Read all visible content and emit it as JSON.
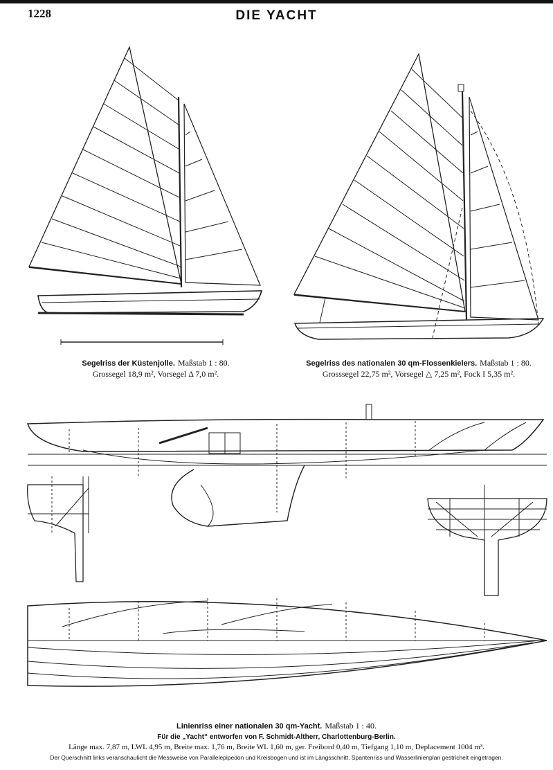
{
  "header": {
    "page_number": "1228",
    "running_title": "DIE YACHT"
  },
  "figure_left": {
    "title": "Segelriss der Küstenjolle.",
    "scale": "Maßstab 1 : 80.",
    "areas": "Grossegel 18,9 m², Vorsegel Δ 7,0 m²."
  },
  "figure_right": {
    "title": "Segelriss des nationalen 30 qm-Flossenkielers.",
    "scale": "Maßstab 1 : 80.",
    "areas": "Grosssegel 22,75 m², Vorsegel △ 7,25 m², Fock I 5,35 m²."
  },
  "figure_lines": {
    "title": "Linienriss einer nationalen 30 qm-Yacht.",
    "scale": "Maßstab 1 : 40.",
    "designer": "Für die „Yacht“ entworfen von F. Schmidt-Altherr, Charlottenburg-Berlin.",
    "dimensions": "Länge max. 7,87 m, LWL 4,95 m, Breite max. 1,76 m, Breite WL 1,60 m, ger. Freibord 0,40 m, Tiefgang 1,10 m, Deplacement 1004 m³.",
    "note": "Der Querschnitt links veranschaulicht die Messweise von Parallelepipedon und Kreisbogen und ist im Längsschnitt, Spantenriss und Wasserlinienplan gestrichelt eingetragen."
  }
}
